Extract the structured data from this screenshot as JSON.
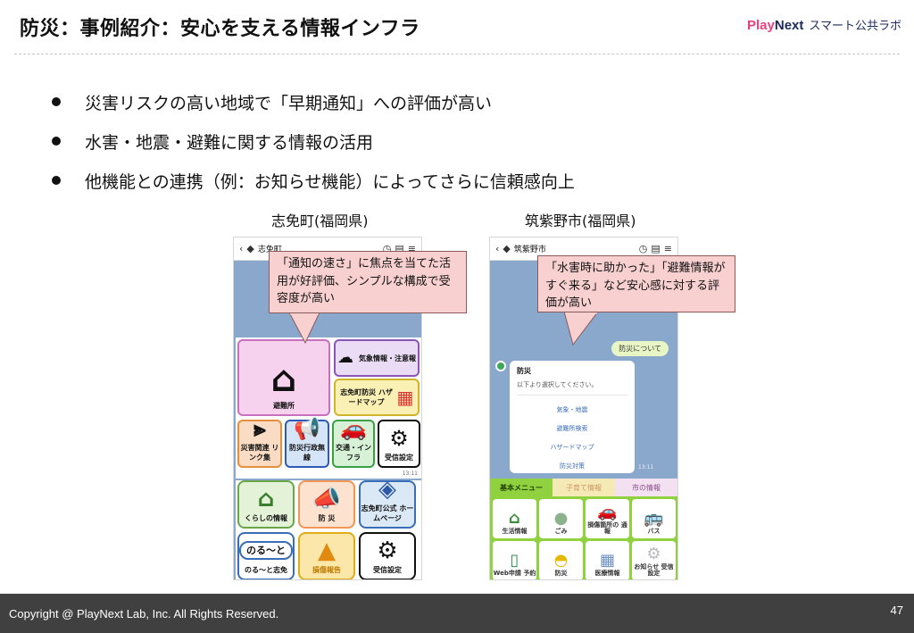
{
  "title": "防災：事例紹介：安心を支える情報インフラ",
  "brand": {
    "name_play": "Play",
    "name_next": "Next",
    "sub": "スマート公共ラボ"
  },
  "bullets": [
    "災害リスクの高い地域で「早期通知」への評価が高い",
    "水害・地震・避難に関する情報の活用",
    "他機能との連携（例：お知らせ機能）によってさらに信頼感向上"
  ],
  "examples": [
    {
      "caption": "志免町(福岡県)",
      "bar_title": "志免町",
      "callout": "「通知の速さ」に焦点を当てた活用が好評価、シンプルな構成で受容度が高い",
      "menu_top": {
        "evac": "避難所",
        "wx": "気象情報・注意報",
        "haz": "志免町防災 ハザードマップ",
        "link": "災害関連 リンク集",
        "radio": "防災行政無線",
        "traffic": "交通・インフラ",
        "recv": "受信設定",
        "time": "13:11"
      },
      "menu_bottom": {
        "life": "くらしの情報",
        "bousai": "防 災",
        "hp": "志免町公式 ホームページ",
        "norute_badge": "のる～と",
        "norute": "のる～と志免",
        "damage": "損傷報告",
        "recv": "受信設定"
      }
    },
    {
      "caption": "筑紫野市(福岡県)",
      "bar_title": "筑紫野市",
      "callout": "「水害時に助かった」「避難情報がすぐ来る」など安心感に対する評価が高い",
      "chat_button": "防災について",
      "bot_name": "防災",
      "card_sub": "以下より選択してください。",
      "card_options": [
        "気象・地震",
        "避難所検索",
        "ハザードマップ",
        "防災対策"
      ],
      "time": "13:11",
      "tabs": [
        "基本メニュー",
        "子育て情報",
        "市の情報"
      ],
      "menu": [
        "生活情報",
        "ごみ",
        "損傷箇所の 通報",
        "バス",
        "Web申請 予約",
        "防災",
        "医療情報",
        "お知らせ 受信設定"
      ]
    }
  ],
  "footer": {
    "copyright": "Copyright @ PlayNext Lab, Inc. All Rights Reserved.",
    "page": "47"
  }
}
